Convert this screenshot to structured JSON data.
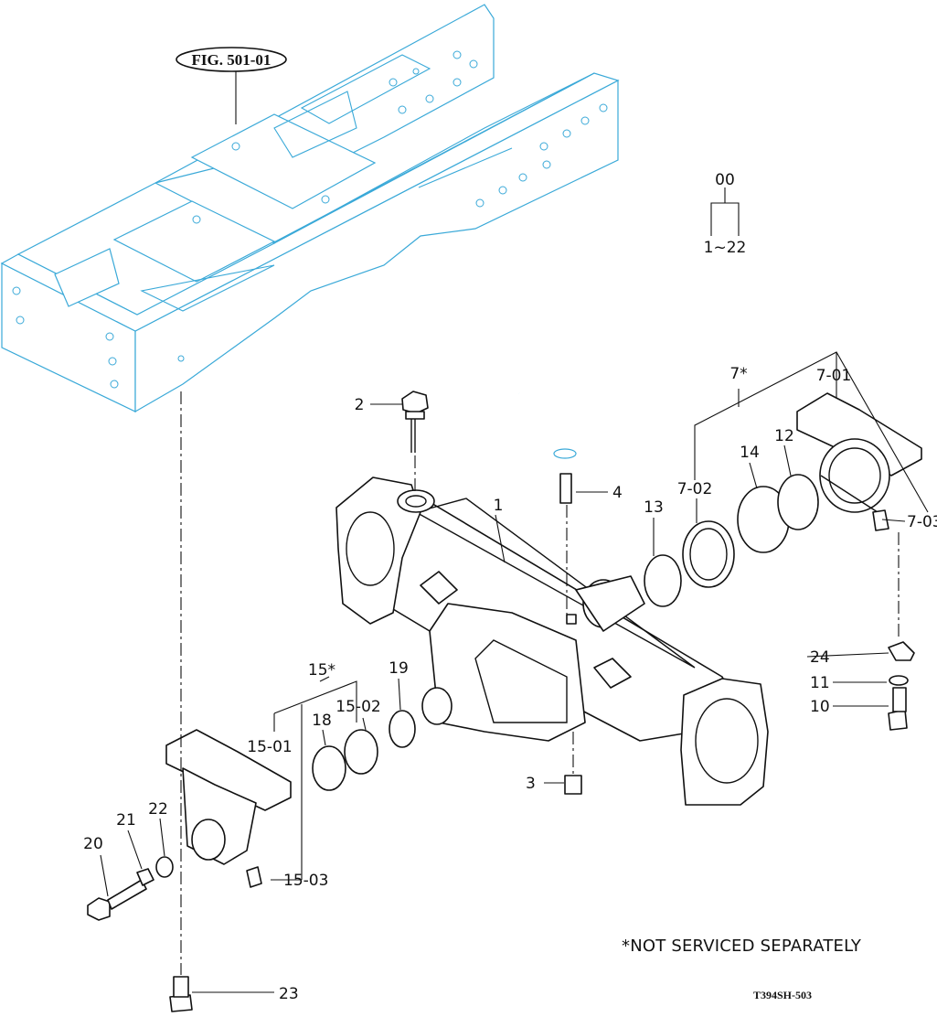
{
  "figure_ref": "FIG. 501-01",
  "assembly": {
    "top": "00",
    "range": "1~22"
  },
  "labels": {
    "p1": "1",
    "p2": "2",
    "p3": "3",
    "p4": "4",
    "p7": "7*",
    "p7_01": "7-01",
    "p7_02": "7-02",
    "p7_03": "7-03",
    "p10": "10",
    "p11": "11",
    "p12": "12",
    "p13": "13",
    "p14": "14",
    "p15": "15*",
    "p15_01": "15-01",
    "p15_02": "15-02",
    "p15_03": "15-03",
    "p18": "18",
    "p19": "19",
    "p20": "20",
    "p21": "21",
    "p22": "22",
    "p23": "23",
    "p24": "24"
  },
  "note": "*NOT SERVICED SEPARATELY",
  "drawing_code": "T394SH-503",
  "colors": {
    "frame": "#3aa9d8",
    "line": "#111111",
    "background": "#ffffff"
  }
}
